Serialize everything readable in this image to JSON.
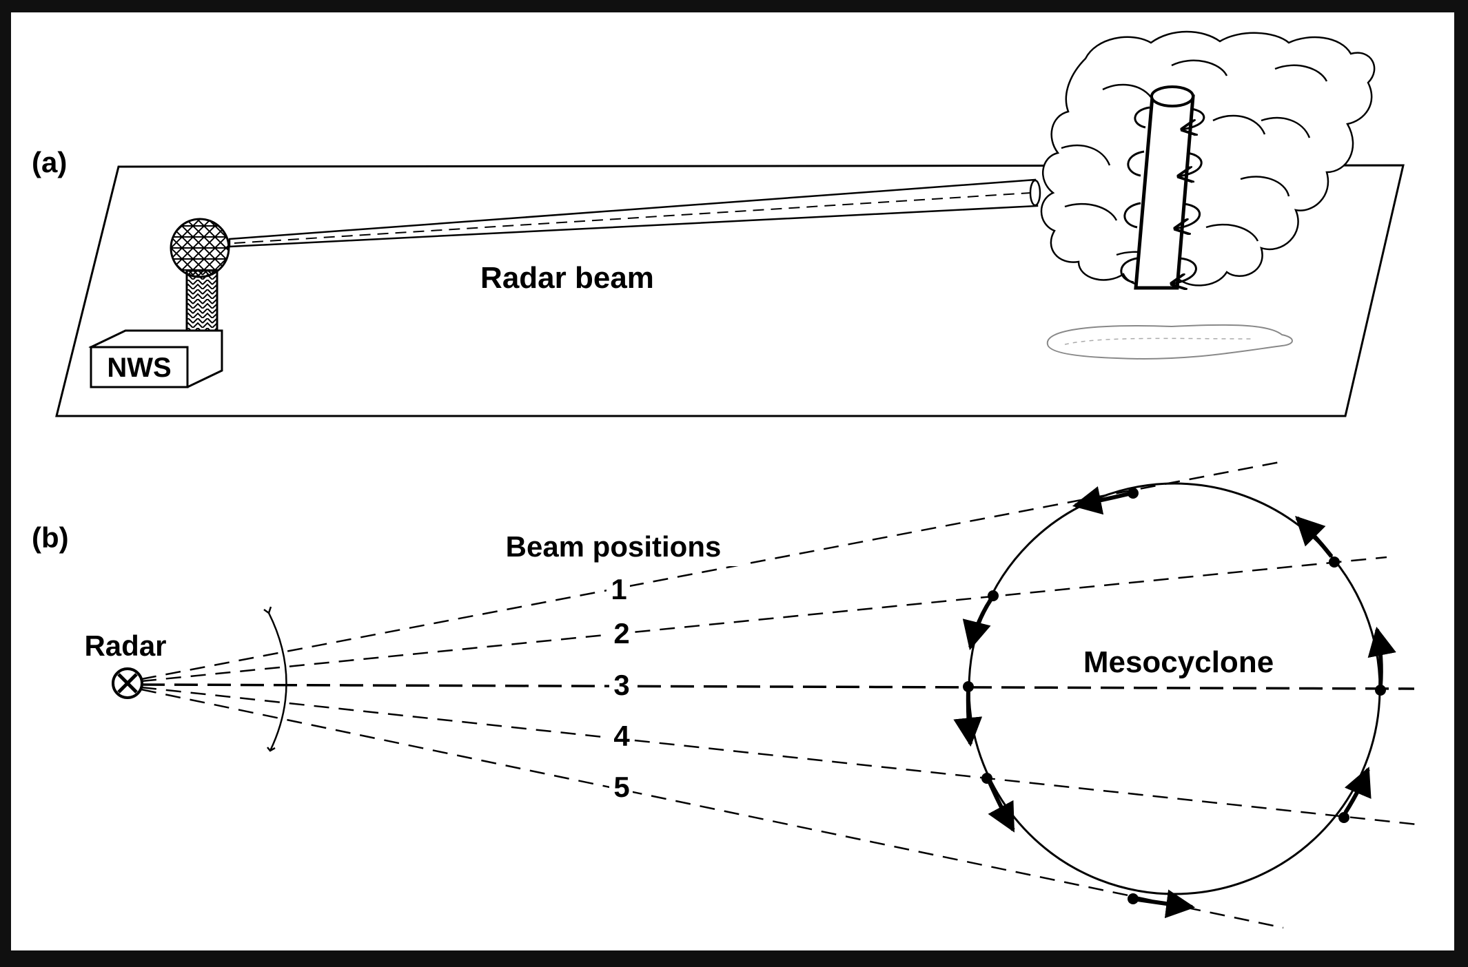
{
  "panel_a": {
    "label": "(a)",
    "building_label": "NWS",
    "beam_label": "Radar beam"
  },
  "panel_b": {
    "label": "(b)",
    "radar_label": "Radar",
    "beam_positions_title": "Beam positions",
    "beam_numbers": [
      "1",
      "2",
      "3",
      "4",
      "5"
    ],
    "mesocyclone_label": "Mesocyclone"
  },
  "colors": {
    "frame": "#101010",
    "paper": "#ffffff",
    "ink": "#000000"
  }
}
